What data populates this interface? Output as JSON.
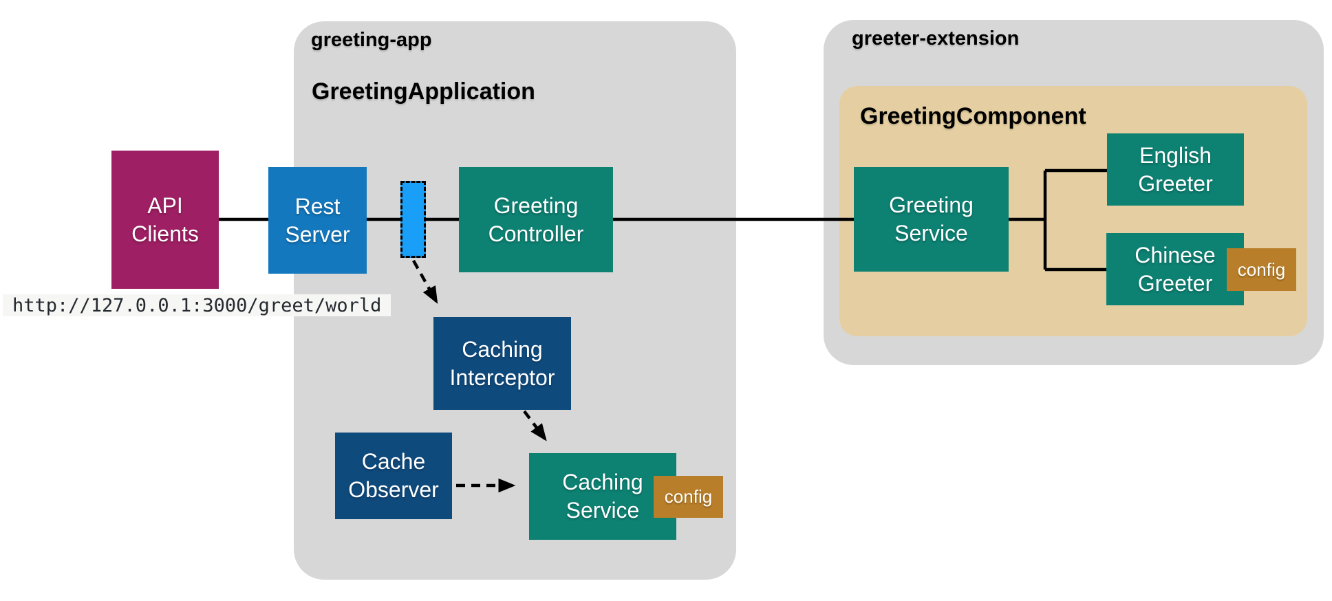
{
  "colors": {
    "canvas_bg": "#ffffff",
    "package_gray": "#d7d7d7",
    "component_tan": "#e5cfa2",
    "api_clients_magenta": "#9e1f63",
    "rest_server_blue": "#1478be",
    "interceptor_marker_blue": "#1a9ff8",
    "service_teal": "#0d8273",
    "caching_navy": "#0f4a7d",
    "config_ochre": "#b87e29",
    "connector_black": "#000000",
    "url_chip_bg": "#f6f6f4",
    "url_text": "#24292f"
  },
  "packages": {
    "greeting_app": {
      "name": "greeting-app",
      "application_title": "GreetingApplication"
    },
    "greeter_extension": {
      "name": "greeter-extension",
      "component_title": "GreetingComponent"
    }
  },
  "nodes": {
    "api_clients": {
      "label": "API\nClients"
    },
    "rest_server": {
      "label": "Rest\nServer"
    },
    "greeting_controller": {
      "label": "Greeting\nController"
    },
    "caching_interceptor": {
      "label": "Caching\nInterceptor"
    },
    "cache_observer": {
      "label": "Cache\nObserver"
    },
    "caching_service": {
      "label": "Caching\nService"
    },
    "greeting_service": {
      "label": "Greeting\nService"
    },
    "english_greeter": {
      "label": "English\nGreeter"
    },
    "chinese_greeter": {
      "label": "Chinese\nGreeter"
    }
  },
  "badges": {
    "caching_service_config": "config",
    "chinese_greeter_config": "config"
  },
  "url_label": "http://127.0.0.1:3000/greet/world"
}
